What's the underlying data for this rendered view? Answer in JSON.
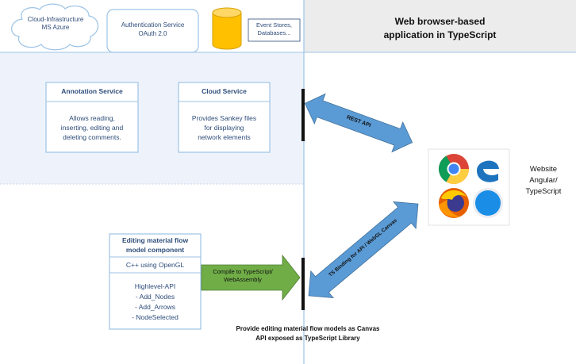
{
  "top_bar": {
    "cloud_label": "Cloud-Infrastructure MS Azure",
    "auth_title": "Authentication Service",
    "auth_sub": "OAuth 2.0",
    "event_stores": "Event Stores,",
    "databases": "Databases..."
  },
  "right_header": {
    "line1": "Web browser-based",
    "line2": "application in TypeScript"
  },
  "annotation_service": {
    "title": "Annotation Service",
    "desc": [
      "Allows reading,",
      "inserting, editing and",
      "deleting comments."
    ]
  },
  "cloud_service": {
    "title": "Cloud Service",
    "desc": [
      "Provides Sankey files",
      "for displaying",
      "network elements"
    ]
  },
  "editing_component": {
    "title_lines": [
      "Editing material flow",
      "model component"
    ],
    "lang": "C++ using OpenGL",
    "api_header": "Highlevel-API",
    "api_items": [
      "- Add_Nodes",
      "- Add_Arrows",
      "- NodeSelected"
    ]
  },
  "compile_arrow": {
    "lines": [
      "Compile to TypeScript/",
      "WebAssembly"
    ]
  },
  "rest_arrow": {
    "label": "REST API"
  },
  "binding_arrow": {
    "label": "TS Binding for API / WebGL Canvas"
  },
  "website": {
    "lines": [
      "Website",
      "Angular/",
      "TypeScript"
    ]
  },
  "browser_icons": [
    "chrome-icon",
    "edge-icon",
    "firefox-icon",
    "safari-icon"
  ],
  "footer": {
    "line1": "Provide editing material flow models as Canvas",
    "line2": "API exposed as TypeScript Library"
  },
  "colors": {
    "text": "#2e4d7a",
    "box_border": "#9dc3e6",
    "arrow_blue": "#5b9bd5",
    "arrow_green": "#70ad47",
    "cylinder": "#ffc000",
    "header_bg": "#ececec"
  }
}
